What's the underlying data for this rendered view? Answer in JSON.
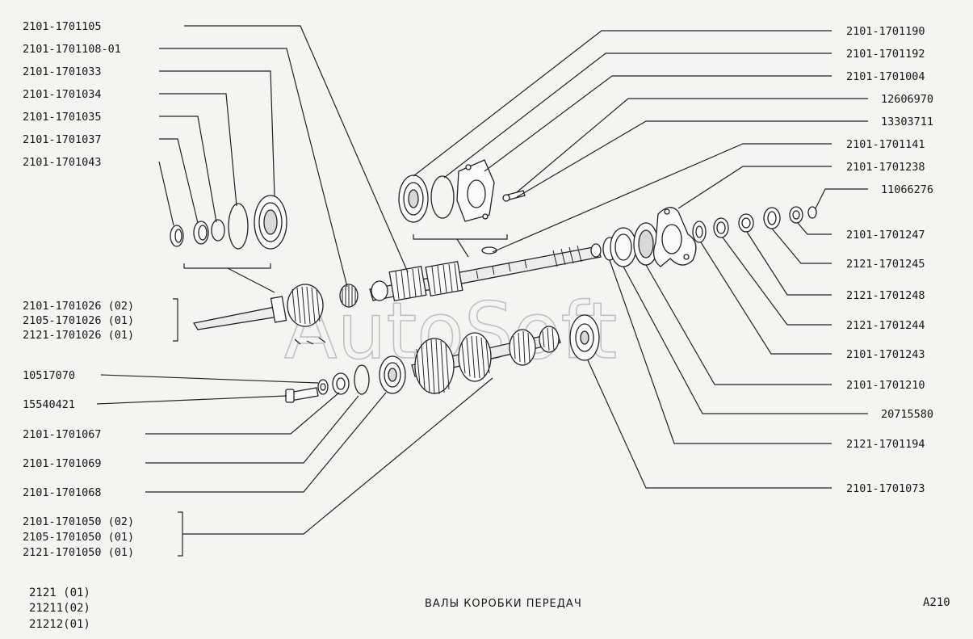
{
  "labels_left": [
    "2101-1701105",
    "2101-1701108-01",
    "2101-1701033",
    "2101-1701034",
    "2101-1701035",
    "2101-1701037",
    "2101-1701043",
    "10517070",
    "15540421",
    "2101-1701067",
    "2101-1701069",
    "2101-1701068"
  ],
  "group_primary_shaft": [
    "2101-1701026 (02)",
    "2105-1701026 (01)",
    "2121-1701026 (01)"
  ],
  "group_counter_shaft": [
    "2101-1701050 (02)",
    "2105-1701050 (01)",
    "2121-1701050 (01)"
  ],
  "labels_right": [
    "2101-1701190",
    "2101-1701192",
    "2101-1701004",
    "12606970",
    "13303711",
    "2101-1701141",
    "2101-1701238",
    "11066276",
    "2101-1701247",
    "2121-1701245",
    "2121-1701248",
    "2121-1701244",
    "2101-1701243",
    "2101-1701210",
    "20715580",
    "2121-1701194",
    "2101-1701073"
  ],
  "footer_models": [
    "2121 (01)",
    "21211(02)",
    "21212(01)"
  ],
  "title": "ВАЛЫ  КОРОБКИ  ПЕРЕДАЧ",
  "page_code": "А210",
  "watermark": "AutoSoft"
}
